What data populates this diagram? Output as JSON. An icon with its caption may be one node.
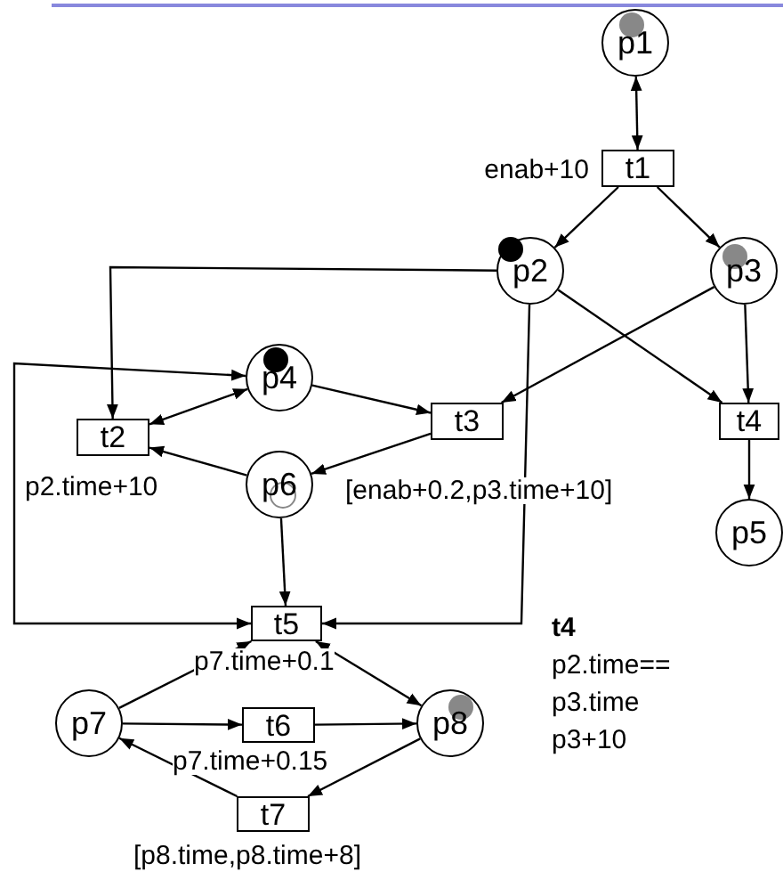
{
  "diagram": {
    "nodes": [
      {
        "text": [
          "p1"
        ]
      },
      {
        "text": [
          "t1"
        ],
        "beside": [
          "enab+10"
        ]
      },
      {
        "text": [
          "p2"
        ]
      },
      {
        "text": [
          "p3"
        ]
      },
      {
        "text": [
          "p4"
        ]
      },
      {
        "text": [
          "t2"
        ],
        "beside": [
          "p2.time+10"
        ]
      },
      {
        "text": [
          "t3"
        ],
        "beside": [
          "[enab+0.2,p3.time+10]"
        ]
      },
      {
        "text": [
          "t4"
        ]
      },
      {
        "text": [
          "p6"
        ]
      },
      {
        "text": [
          "p5"
        ]
      },
      {
        "text": [
          "t5"
        ],
        "beside": [
          "p7.time+0.1"
        ]
      },
      {
        "text": [
          "p7"
        ]
      },
      {
        "text": [
          "t6"
        ],
        "beside": [
          "p7.time+0.15"
        ]
      },
      {
        "text": [
          "p8"
        ]
      },
      {
        "text": [
          "t7"
        ],
        "beside": [
          "[p8.time,p8.time+8]"
        ]
      }
    ],
    "edges": [
      {
        "from": 0,
        "to": 1,
        "arrow": "both"
      },
      {
        "from": 1,
        "to": 2,
        "arrow": "to"
      },
      {
        "from": 1,
        "to": 3,
        "arrow": "to"
      },
      {
        "from": 2,
        "to": 5,
        "arrow": "to"
      },
      {
        "from": 2,
        "to": 7,
        "arrow": "to"
      },
      {
        "from": 3,
        "to": 6,
        "arrow": "to"
      },
      {
        "from": 3,
        "to": 7,
        "arrow": "to"
      },
      {
        "from": 2,
        "to": 10,
        "arrow": "to"
      },
      {
        "from": 5,
        "to": 4,
        "arrow": "both"
      },
      {
        "from": 8,
        "to": 5,
        "arrow": "to"
      },
      {
        "from": 4,
        "to": 6,
        "arrow": "to"
      },
      {
        "from": 6,
        "to": 8,
        "arrow": "to"
      },
      {
        "from": 8,
        "to": 10,
        "arrow": "to"
      },
      {
        "from": 7,
        "to": 9,
        "arrow": "to"
      },
      {
        "from": 10,
        "to": 4,
        "arrow": "both"
      },
      {
        "from": 11,
        "to": 10,
        "arrow": "to"
      },
      {
        "from": 10,
        "to": 13,
        "arrow": "both"
      },
      {
        "from": 11,
        "to": 12,
        "arrow": "to"
      },
      {
        "from": 12,
        "to": 13,
        "arrow": "to"
      },
      {
        "from": 13,
        "to": 14,
        "arrow": "to"
      },
      {
        "from": 14,
        "to": 11,
        "arrow": "to"
      }
    ],
    "labels": [
      "t4",
      "p2.time==",
      "p3.time",
      "p3+10"
    ]
  }
}
